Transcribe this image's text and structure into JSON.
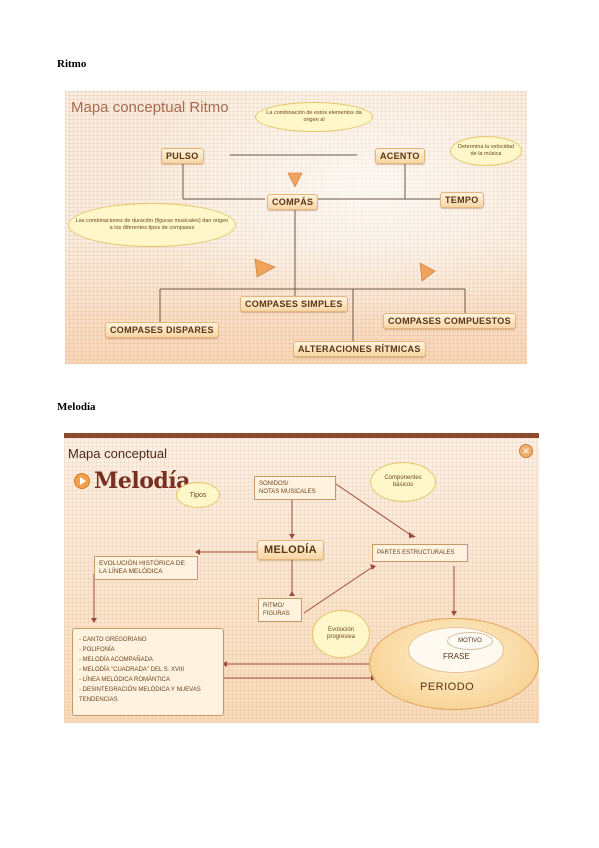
{
  "sections": {
    "ritmo": {
      "heading": "Ritmo",
      "map": {
        "title": "Mapa conceptual Ritmo",
        "nodes": {
          "pulso": "PULSO",
          "acento": "ACENTO",
          "compas": "COMPÁS",
          "tempo": "TEMPO",
          "compases_simples": "COMPASES SIMPLES",
          "compases_dispares": "COMPASES DISPARES",
          "compases_compuestos": "COMPASES COMPUESTOS",
          "alteraciones_ritmicas": "ALTERACIONES RÍTMICAS"
        },
        "bubbles": {
          "combinacion": "La combinación de estos elementos da origen al",
          "tempo_desc": "Determina la velocidad de la música",
          "duracion": "Las combinaciones de duración (figuras musicales) dan origen a los diferentes tipos de compases"
        }
      }
    },
    "melodia": {
      "heading": "Melodía",
      "map": {
        "title_small": "Mapa conceptual",
        "title_big": "Melodía",
        "close_icon": "close-icon",
        "nodes": {
          "sonidos": [
            "SONIDOS/",
            "NOTAS MUSICALES"
          ],
          "melodia": "MELODÍA",
          "partes": "PARTES ESTRUCTURALES",
          "evolucion": [
            "EVOLUCIÓN HISTÓRICA DE",
            "LA LÍNEA MELÓDICA"
          ],
          "ritmo": [
            "RITMO/",
            "FIGURAS"
          ],
          "motivo": "MOTIVO",
          "frase": "FRASE",
          "periodo": "PERIODO"
        },
        "bubbles": {
          "tipos": "Tipos",
          "componentes": "Componentes básicos",
          "evolucion_progresiva": "Evolución progresiva"
        },
        "history_list": [
          "- CANTO GREGORIANO",
          "- POLIFONÍA",
          "- MELODÍA ACOMPAÑADA",
          "- MELODÍA \"CUADRADA\" DEL S. XVIII",
          "- LÍNEA MELÓDICA ROMÁNTICA",
          "- DESINTEGRACIÓN MELÓDICA Y NUEVAS",
          "  TENDENCIAS"
        ]
      }
    }
  }
}
